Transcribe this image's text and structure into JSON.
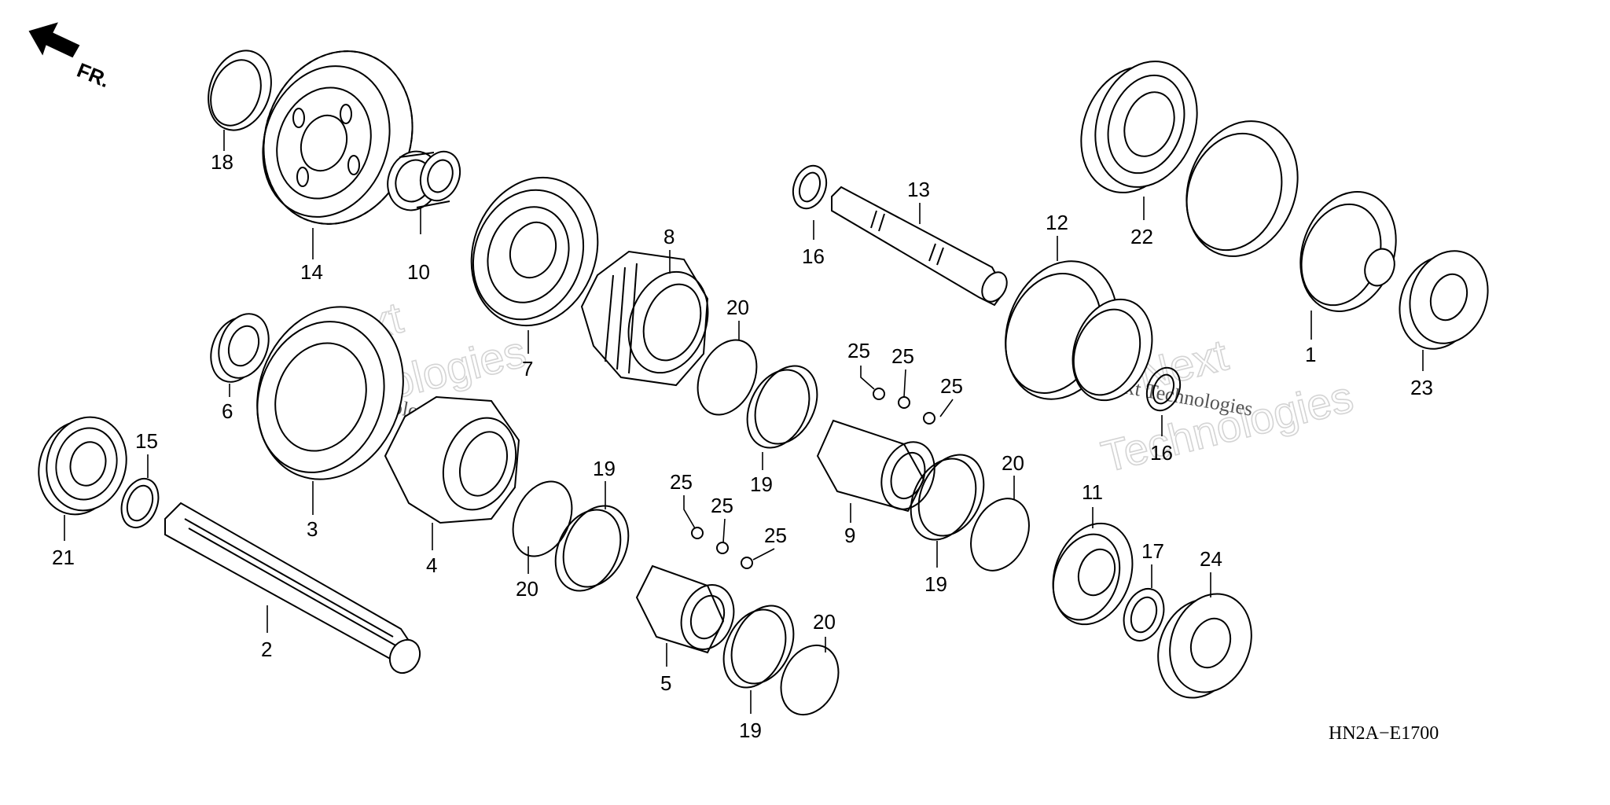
{
  "direction_label": "FR.",
  "reference_code": "HN2A−E1700",
  "watermarks": [
    {
      "big1": "Next",
      "big2": "Technologies",
      "small": "Next Technologies"
    },
    {
      "big1": "Next",
      "big2": "Technologies",
      "small": "Next Technologies"
    }
  ],
  "callouts": {
    "c1": "1",
    "c2": "2",
    "c3": "3",
    "c4": "4",
    "c5": "5",
    "c6": "6",
    "c7": "7",
    "c8": "8",
    "c9": "9",
    "c10": "10",
    "c11": "11",
    "c12": "12",
    "c13": "13",
    "c14": "14",
    "c15": "15",
    "c16a": "16",
    "c16b": "16",
    "c17": "17",
    "c18": "18",
    "c19a": "19",
    "c19b": "19",
    "c19c": "19",
    "c19d": "19",
    "c20a": "20",
    "c20b": "20",
    "c20c": "20",
    "c20d": "20",
    "c21": "21",
    "c22": "22",
    "c23": "23",
    "c24": "24",
    "c25a": "25",
    "c25b": "25",
    "c25c": "25",
    "c25d": "25",
    "c25e": "25",
    "c25f": "25"
  }
}
